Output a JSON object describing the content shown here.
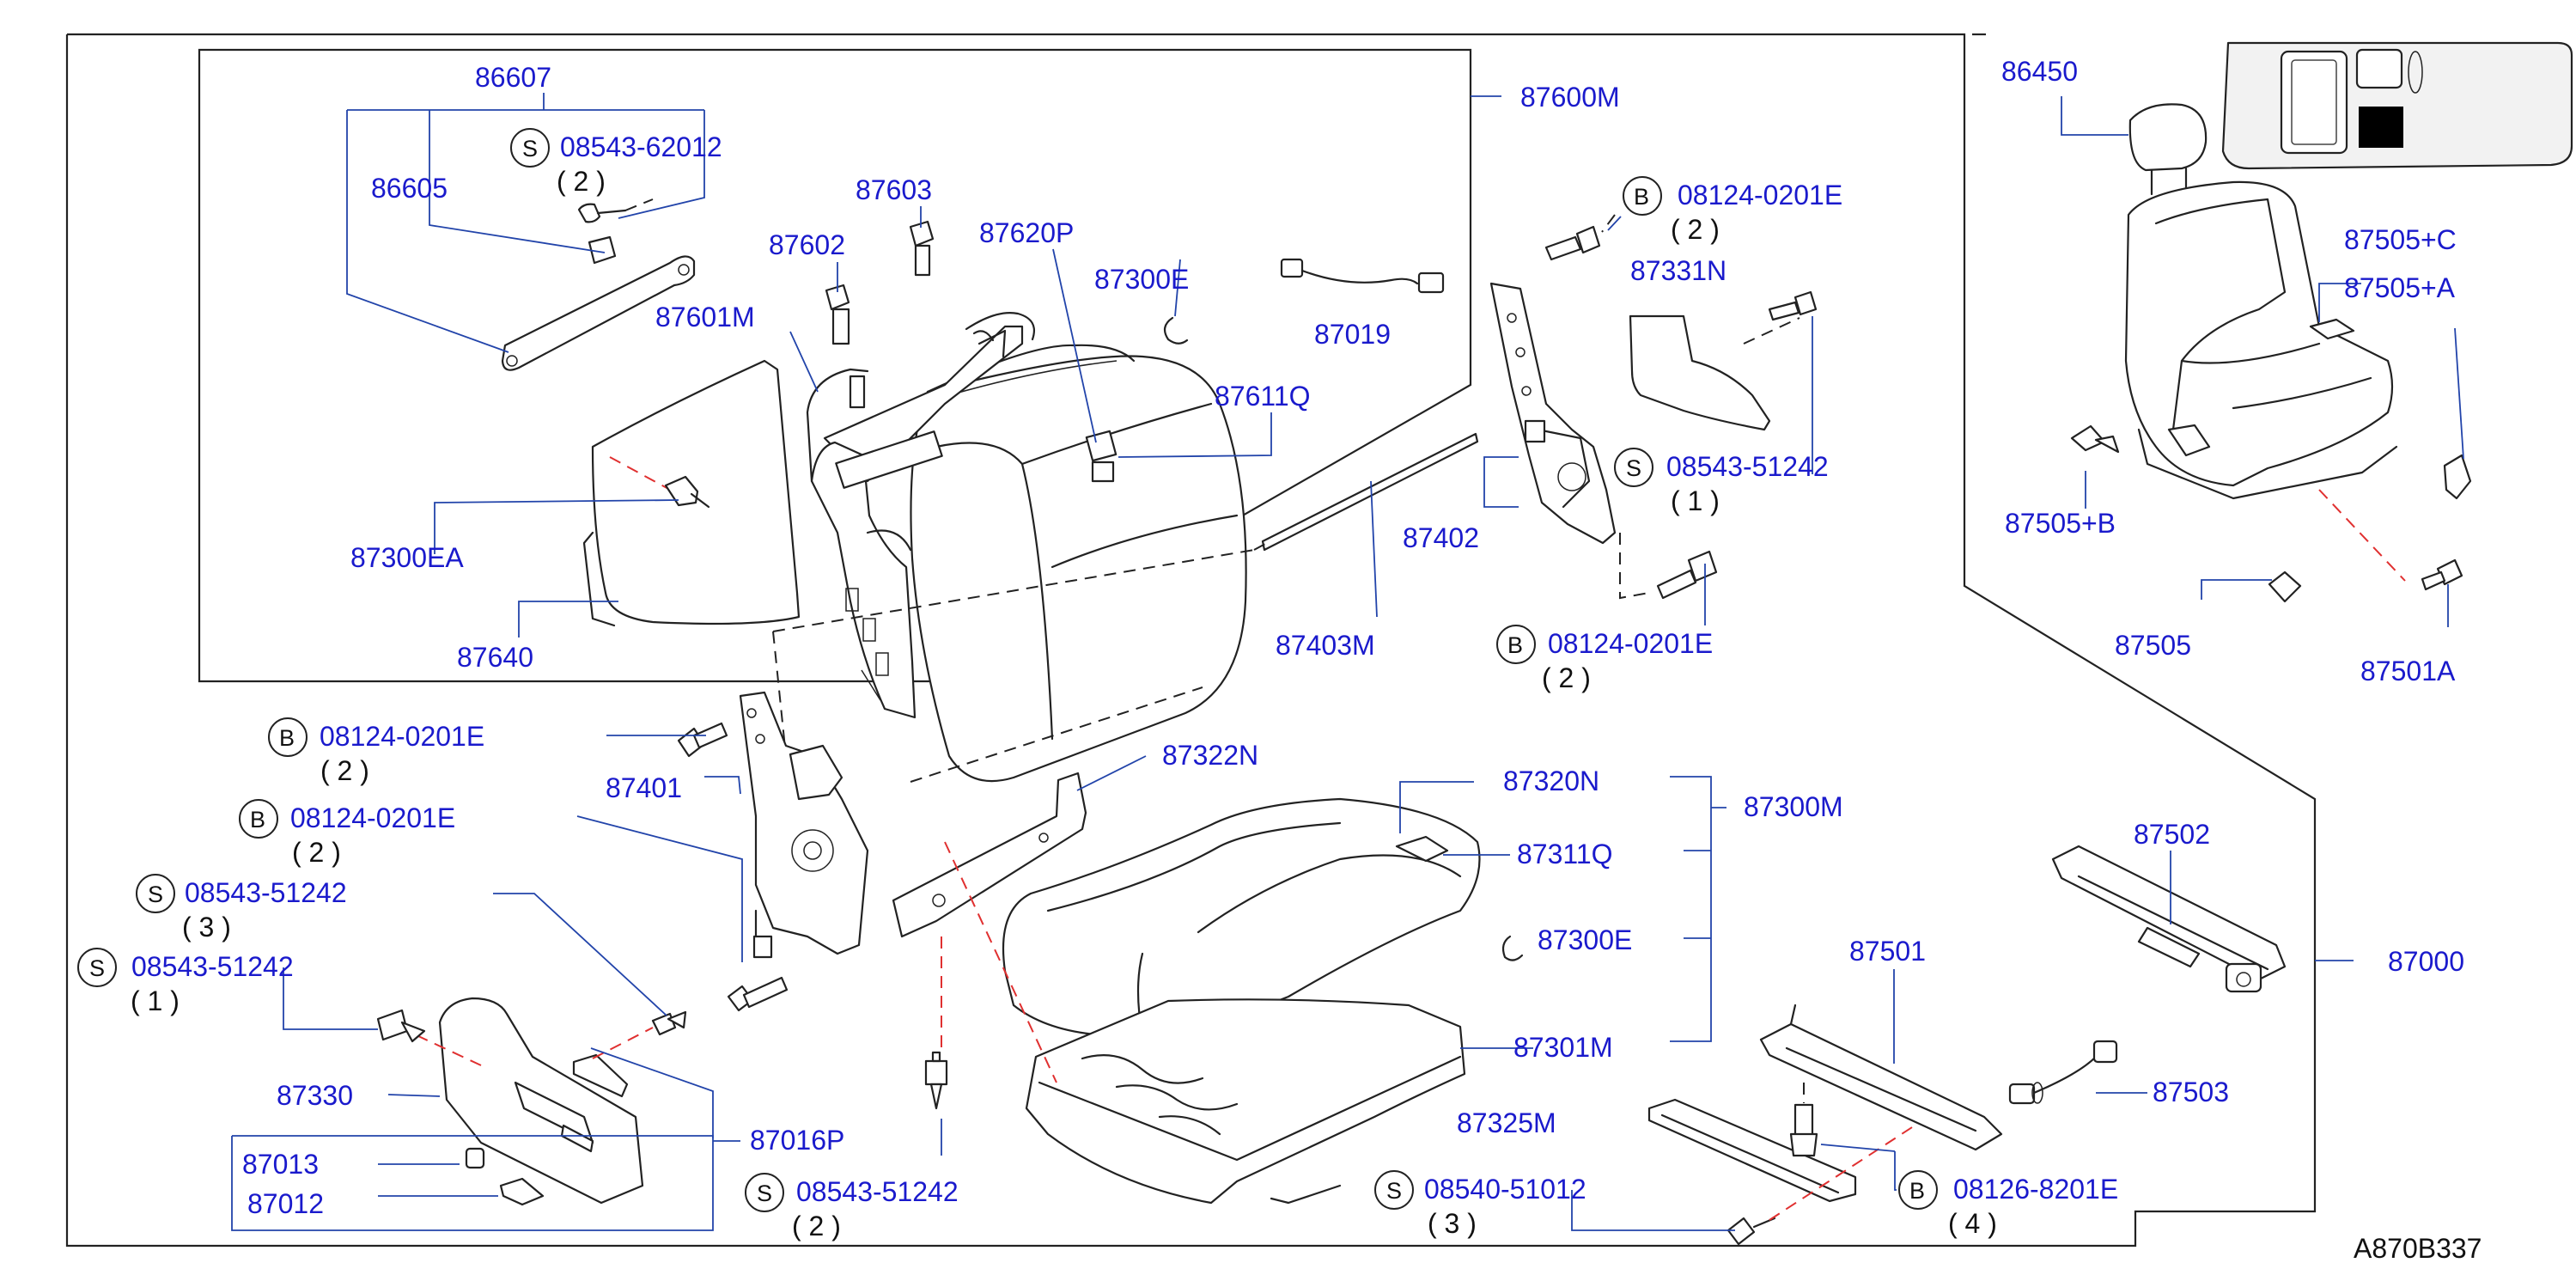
{
  "diagram_id": "A870B337",
  "labels": {
    "l86607": "86607",
    "l86605": "86605",
    "s08543_62012": "08543-62012",
    "q2_a": "( 2 )",
    "l87603": "87603",
    "l87602": "87602",
    "l87620P": "87620P",
    "l87300E_a": "87300E",
    "l87019": "87019",
    "l87601M": "87601M",
    "l87611Q": "87611Q",
    "l87600M": "87600M",
    "l87300EA": "87300EA",
    "l87640": "87640",
    "b08124_a": "08124-0201E",
    "q2_b": "( 2 )",
    "l87331N": "87331N",
    "s08543_51242_a": "08543-51242",
    "q1_a": "( 1 )",
    "l87402": "87402",
    "l87403M": "87403M",
    "b08124_b": "08124-0201E",
    "q2_c": "( 2 )",
    "l86450": "86450",
    "l87505C": "87505+C",
    "l87505A": "87505+A",
    "l87505B": "87505+B",
    "l87505": "87505",
    "l87501A": "87501A",
    "b08124_c": "08124-0201E",
    "q2_d": "( 2 )",
    "l87401": "87401",
    "b08124_d": "08124-0201E",
    "q2_e": "( 2 )",
    "s08543_51242_b": "08543-51242",
    "q3_a": "( 3 )",
    "s08543_51242_c": "08543-51242",
    "q1_b": "( 1 )",
    "l87330": "87330",
    "l87013": "87013",
    "l87012": "87012",
    "l87016P": "87016P",
    "s08543_51242_d": "08543-51242",
    "q2_f": "( 2 )",
    "l87322N": "87322N",
    "l87320N": "87320N",
    "l87311Q": "87311Q",
    "l87300E_b": "87300E",
    "l87301M": "87301M",
    "l87300M": "87300M",
    "l87325M": "87325M",
    "s08540_51012": "08540-51012",
    "q3_b": "( 3 )",
    "b08126_8201E": "08126-8201E",
    "q4": "( 4 )",
    "l87501": "87501",
    "l87502": "87502",
    "l87503": "87503",
    "l87000": "87000"
  },
  "symbols": {
    "bolt": "B",
    "screw": "S"
  },
  "colors": {
    "label": "#1a1acc",
    "line": "#222222",
    "leader": "#2244aa",
    "red_dash": "#e03030"
  }
}
